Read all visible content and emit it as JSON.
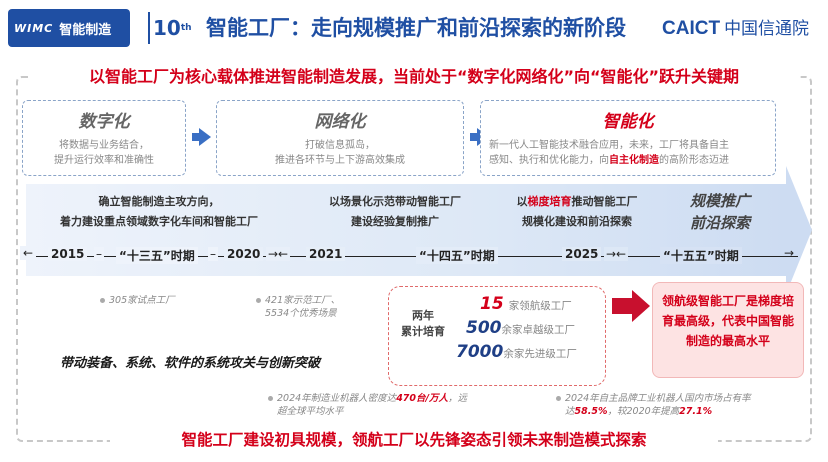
{
  "header": {
    "logo_mark": "WIMC",
    "logo_text": "智能制造",
    "badge_number": "10",
    "badge_suffix": "th",
    "title": "智能工厂：走向规模推广和前沿探索的新阶段",
    "org_brand": "CAICT",
    "org_cn": "中国信通院",
    "accent_color": "#1f4fa3"
  },
  "headline": "以智能工厂为核心载体推进智能制造发展，当前处于“数字化网络化”向“智能化”跃升关键期",
  "stages": [
    {
      "title": "数字化",
      "desc_lines": [
        "将数据与业务结合，",
        "提升运行效率和准确性"
      ]
    },
    {
      "title": "网络化",
      "desc_lines": [
        "打破信息孤岛，",
        "推进各环节与上下游高效集成"
      ]
    },
    {
      "title": "智能化",
      "desc_line1": "新一代人工智能技术融合应用，未来，工厂将具备自主",
      "desc_line2_pre": "感知、执行和优化能力，向",
      "desc_line2_hl": "自主化制造",
      "desc_line2_post": "的高阶形态迈进"
    }
  ],
  "band": {
    "col1": [
      "确立智能制造主攻方向，",
      "着力建设重点领域数字化车间和智能工厂"
    ],
    "col2": [
      "以场景化示范带动智能工厂",
      "建设经验复制推广"
    ],
    "col3_pre": "以",
    "col3_hl": "梯度培育",
    "col3_post": "推动智能工厂",
    "col3_line2": "规模化建设和前沿探索",
    "col4": [
      "规模推广",
      "前沿探索"
    ]
  },
  "timeline": {
    "y2015": "2015",
    "dash": "–",
    "p13": "“十三五”时期",
    "y2020": "2020",
    "y2021": "2021",
    "p14": "“十四五”时期",
    "y2025": "2025",
    "p15": "“十五五”时期"
  },
  "bottom": {
    "bullet1": "305家试点工厂",
    "bullet2_line1": "421家示范工厂、",
    "bullet2_line2": "5534个优秀场景",
    "breakthrough": "带动装备、系统、软件的系统攻关与创新突破",
    "two_year": [
      "两年",
      "累计培育"
    ],
    "counts": [
      {
        "value": "15",
        "label": "家领航级工厂"
      },
      {
        "value": "500",
        "label": "余家卓越级工厂"
      },
      {
        "value": "7000",
        "label": "余家先进级工厂"
      }
    ],
    "callout": "领航级智能工厂是梯度培育最高级，代表中国智能制造的最高水平",
    "stat1_pre": "2024年制造业机器人密度达",
    "stat1_hl": "470台/万人",
    "stat1_post": "，远",
    "stat1_line2": "超全球平均水平",
    "stat2_line1": "2024年自主品牌工业机器人国内市场占有率",
    "stat2_pre": "达",
    "stat2_hl1": "58.5%",
    "stat2_mid": "，较2020年提高",
    "stat2_hl2": "27.1%"
  },
  "footline": "智能工厂建设初具规模，领航工厂以先锋姿态引领未来制造模式探索"
}
